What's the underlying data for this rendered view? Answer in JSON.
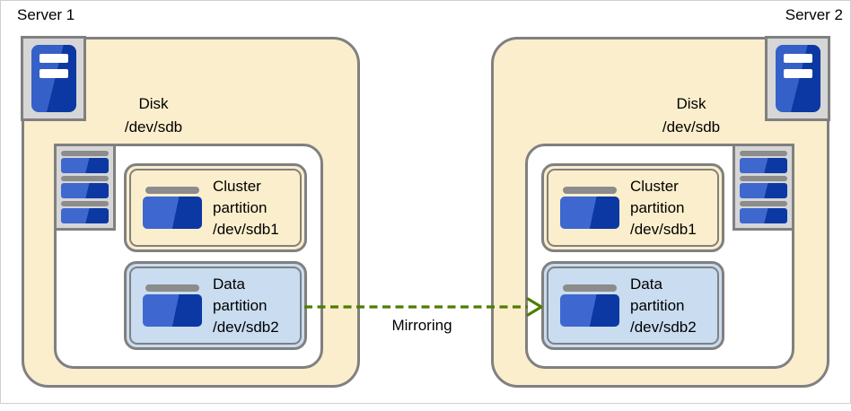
{
  "diagram": {
    "description": "Two-server disk mirroring diagram"
  },
  "servers": [
    {
      "name": "Server 1",
      "disk_label": "Disk\n/dev/sdb",
      "partitions": [
        {
          "label": "Cluster\npartition\n/dev/sdb1",
          "type": "cluster"
        },
        {
          "label": "Data\npartition\n/dev/sdb2",
          "type": "data"
        }
      ]
    },
    {
      "name": "Server 2",
      "disk_label": "Disk\n/dev/sdb",
      "partitions": [
        {
          "label": "Cluster\npartition\n/dev/sdb1",
          "type": "cluster"
        },
        {
          "label": "Data\npartition\n/dev/sdb2",
          "type": "data"
        }
      ]
    }
  ],
  "arrow": {
    "label": "Mirroring",
    "direction": "left-to-right",
    "style": "dashed",
    "color": "#4E7D00"
  },
  "icons": [
    "server-tower-icon",
    "disk-stack-icon",
    "partition-icon"
  ],
  "colors": {
    "server_box_fill": "#FBEECC",
    "cluster_partition_fill": "#FBEECC",
    "data_partition_fill": "#C9DCF0",
    "border_gray": "#808080",
    "icon_tray_gray": "#D6D6D6",
    "bar_gray": "#8C8C8C",
    "icon_blue_light": "#3560C8",
    "icon_blue_dark": "#0C38A4",
    "arrow_green": "#4E7D00",
    "frame_border": "#CFCFCF"
  }
}
